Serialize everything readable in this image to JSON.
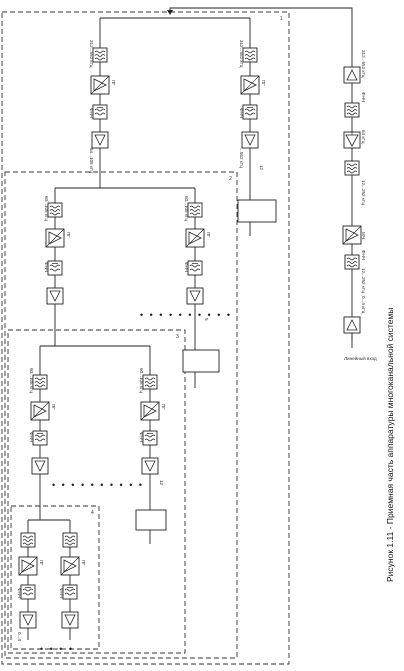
{
  "caption": "Рисунок 1.11 - Приемная часть аппаратуры многоканальной системы",
  "line_input": {
    "label": "Линейный\nвход",
    "labels": [
      "12...252 кГц",
      "МЧ",
      "0...4 кГц"
    ]
  },
  "right_chain": {
    "labels": [
      "312...552 кГц",
      "ФНЧ",
      "64 кГц",
      "12...252 кГц",
      "ФНЧ"
    ]
  },
  "main_group": {
    "labels": [
      "312...552 кГц",
      "ПГ",
      "ФНЧ",
      "64...108 кГц",
      "12",
      "ПГ",
      "ФНЧ",
      "312...552 кГц",
      "...552 кГц"
    ]
  },
  "secondary_group": {
    "labels": [
      "60...108 кГц",
      "ПГ",
      "ФНЧ",
      "60...108 кГц",
      "ПГ",
      "ФНЧ",
      "5"
    ]
  },
  "tertiary_group": {
    "labels": [
      "60...108 кГц",
      "ФНЧ",
      "ПГ",
      "60...108 кГц",
      "ФНЧ",
      "ПГ",
      "12"
    ]
  },
  "channel_group": {
    "labels": [
      "ФНЧ",
      "ПГ",
      "0...4",
      "ФНЧ",
      "ПГ"
    ]
  },
  "group_box_nums": [
    "1",
    "2",
    "3",
    "4"
  ]
}
